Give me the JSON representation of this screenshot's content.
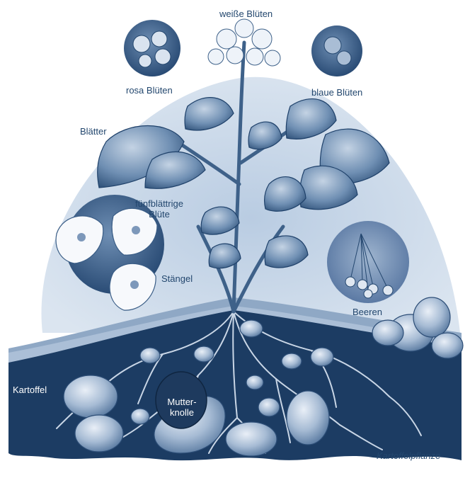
{
  "caption": "Kartoffelpflanze",
  "labels": {
    "white_flowers": "weiße Blüten",
    "pink_flowers": "rosa Blüten",
    "blue_flowers": "blaue Blüten",
    "leaves": "Blätter",
    "five_petal_flower_line1": "fünfblättrige",
    "five_petal_flower_line2": "Blüte",
    "stem": "Stängel",
    "berries": "Beeren",
    "potato": "Kartoffel",
    "mother_tuber_line1": "Mutter-",
    "mother_tuber_line2": "knolle"
  },
  "colors": {
    "dark_blue": "#1c3c63",
    "mid_blue": "#5d7fa6",
    "light_blue": "#c7d5e6",
    "pale_blue": "#e4ebf4",
    "label_blue": "#23476e"
  }
}
